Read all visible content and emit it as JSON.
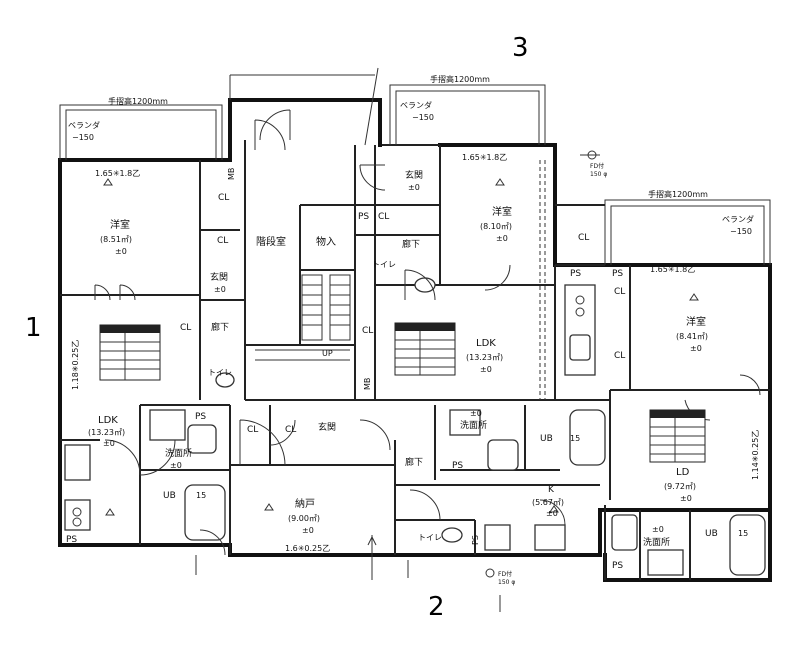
{
  "unit_numbers": {
    "left": "1",
    "bottom": "2",
    "top": "3"
  },
  "railings": {
    "left": "手摺高1200mm",
    "top": "手摺高1200mm",
    "right": "手摺高1200mm"
  },
  "verandas": {
    "left": "ベランダ",
    "left_level": "−150",
    "top": "ベランダ",
    "top_level": "−150",
    "right": "ベランダ",
    "right_level": "−150"
  },
  "rooms": {
    "unit1": {
      "western": "洋室",
      "western_area": "(8.51㎡)",
      "western_level": "±0",
      "size": "1.65✳1.8乙",
      "ldk": "LDK",
      "ldk_area": "(13.23㎡)",
      "ldk_level": "±0",
      "side_dim": "1.18✳0.25乙",
      "entrance": "玄関",
      "entrance_level": "±0",
      "corridor": "廊下",
      "toilet": "トイレ",
      "washroom": "洗面所",
      "washroom_level": "±0",
      "bath": "UB",
      "bath_size": "15",
      "ps": "PS",
      "cl": "CL"
    },
    "common": {
      "stair": "階段室",
      "storage": "物入",
      "mb": "MB",
      "up": "UP"
    },
    "unit2": {
      "storage_room": "納戸",
      "storage_area": "(9.00㎡)",
      "storage_level": "±0",
      "bottom_dim": "1.6✳0.25乙",
      "entrance": "玄関",
      "corridor": "廊下",
      "toilet": "トイレ",
      "washroom": "洗面所",
      "washroom_level": "±0",
      "bath": "UB",
      "bath_size": "15",
      "kitchen": "K",
      "kitchen_area": "(5.67㎡)",
      "kitchen_level": "±0",
      "ps": "PS",
      "cl": "CL",
      "fd": "FD付",
      "fd_size": "150 φ"
    },
    "unit3": {
      "western": "洋室",
      "western_area": "(8.10㎡)",
      "western_level": "±0",
      "size": "1.65✳1.8乙",
      "ldk": "LDK",
      "ldk_area": "(13.23㎡)",
      "ldk_level": "±0",
      "entrance": "玄関",
      "entrance_level": "±0",
      "corridor": "廊下",
      "toilet": "トイレ",
      "ps": "PS",
      "cl": "CL",
      "fd": "FD付",
      "fd_size": "150 φ"
    },
    "unit4": {
      "western": "洋室",
      "western_area": "(8.41㎡)",
      "western_level": "±0",
      "size": "1.65✳1.8乙",
      "ld": "LD",
      "ld_area": "(9.72㎡)",
      "ld_level": "±0",
      "side_dim": "1.14✳0.25乙",
      "washroom": "洗面所",
      "washroom_level": "±0",
      "bath": "UB",
      "bath_size": "15",
      "ps": "PS",
      "cl": "CL"
    }
  }
}
